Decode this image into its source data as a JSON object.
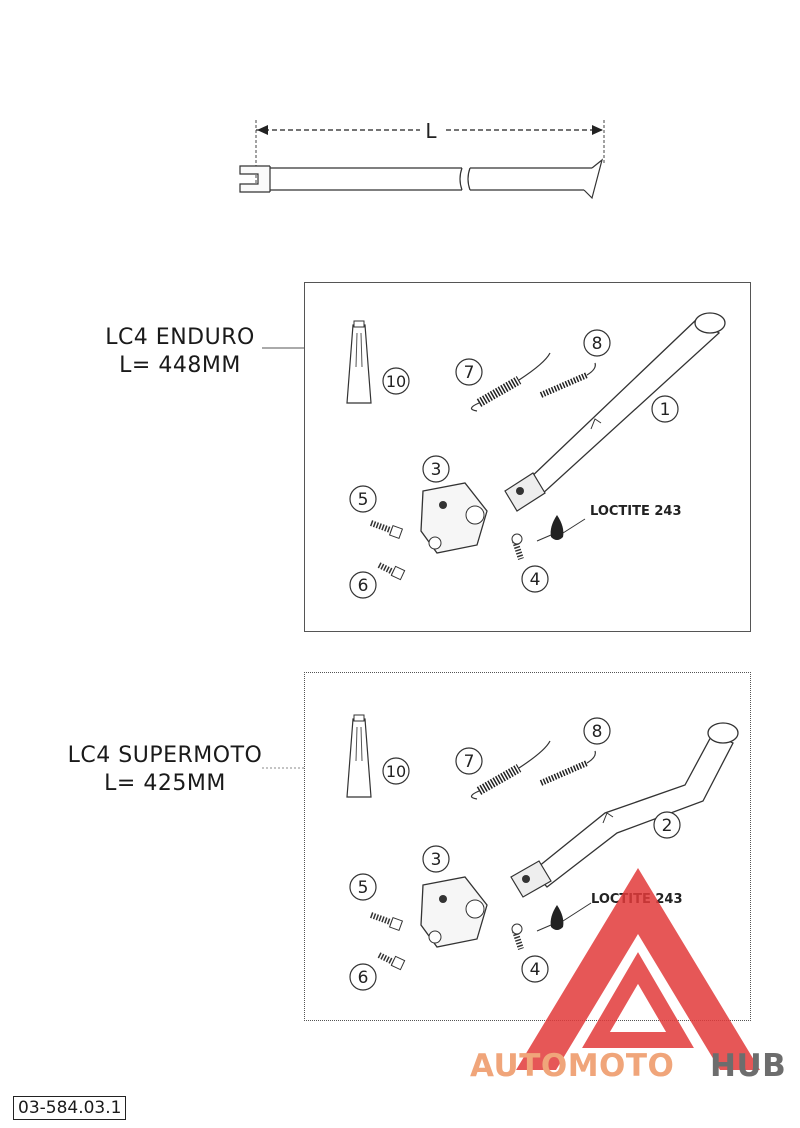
{
  "dimension": {
    "label": "L"
  },
  "panels": [
    {
      "model": "LC4 ENDURO",
      "length": "L= 448MM",
      "stand_part": "1",
      "loctite": "LOCTITE 243",
      "parts": [
        "3",
        "4",
        "5",
        "6",
        "7",
        "8",
        "10"
      ]
    },
    {
      "model": "LC4 SUPERMOTO",
      "length": "L= 425MM",
      "stand_part": "2",
      "loctite": "LOCTITE 243",
      "parts": [
        "3",
        "4",
        "5",
        "6",
        "7",
        "8",
        "10"
      ]
    }
  ],
  "reference": "03-584.03.1",
  "watermark": {
    "part1": "AUTOMOTO",
    "part2": "HUB",
    "color1": "#f0a57a",
    "color2": "#6d6d6d",
    "triangle_color": "#e23a3a"
  }
}
